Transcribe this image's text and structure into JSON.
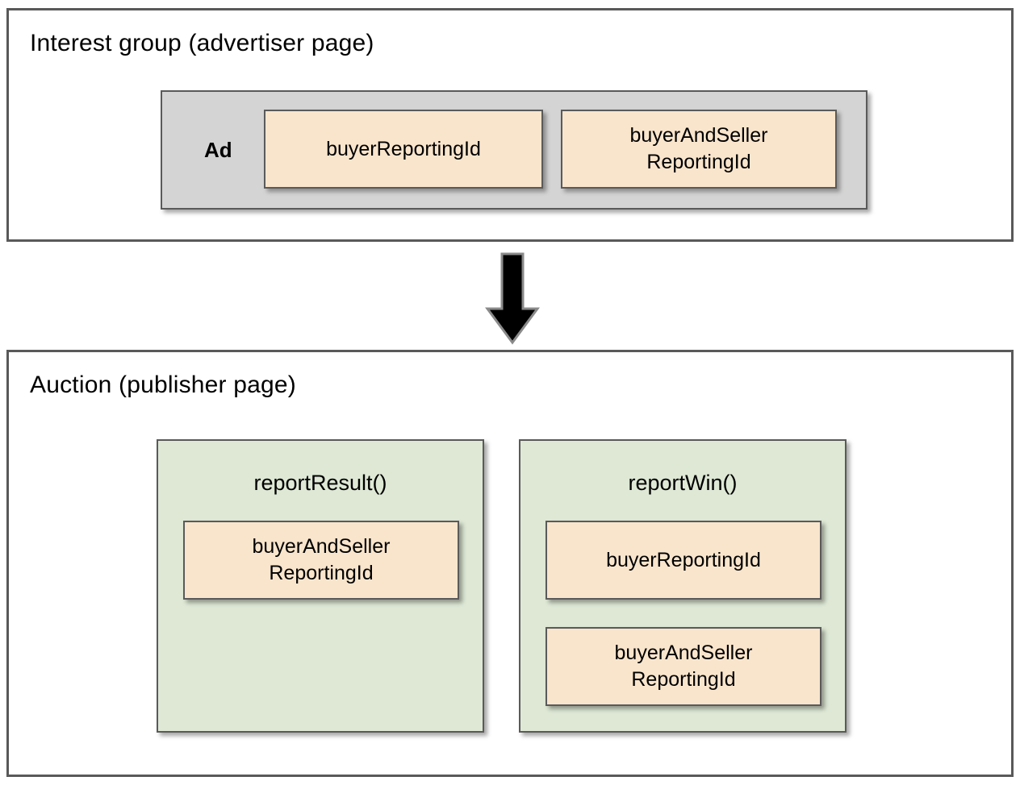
{
  "diagram": {
    "title_semantics": "protected-audience-reporting-ids-flow",
    "colors": {
      "panel_border": "#595959",
      "box_border": "#5a5a5a",
      "grey_fill": "#d4d4d4",
      "green_fill": "#dee8d5",
      "peach_fill": "#f9e5cc",
      "arrow_fill": "#000000",
      "background": "#ffffff"
    },
    "sections": [
      {
        "id": "interest-group",
        "title": "Interest group (advertiser page)",
        "container": {
          "label": "Ad",
          "fill": "grey",
          "chips": [
            {
              "label": "buyerReportingId",
              "fill": "peach"
            },
            {
              "label": "buyerAndSeller\nReportingId",
              "fill": "peach"
            }
          ]
        }
      },
      {
        "id": "auction",
        "title": "Auction (publisher page)",
        "functions": [
          {
            "name": "reportResult()",
            "fill": "green",
            "chips": [
              {
                "label": "buyerAndSeller\nReportingId",
                "fill": "peach"
              }
            ]
          },
          {
            "name": "reportWin()",
            "fill": "green",
            "chips": [
              {
                "label": "buyerReportingId",
                "fill": "peach"
              },
              {
                "label": "buyerAndSeller\nReportingId",
                "fill": "peach"
              }
            ]
          }
        ]
      }
    ],
    "connector": {
      "icon": "down-arrow-icon",
      "direction": "down",
      "from": "interest-group",
      "to": "auction"
    }
  }
}
